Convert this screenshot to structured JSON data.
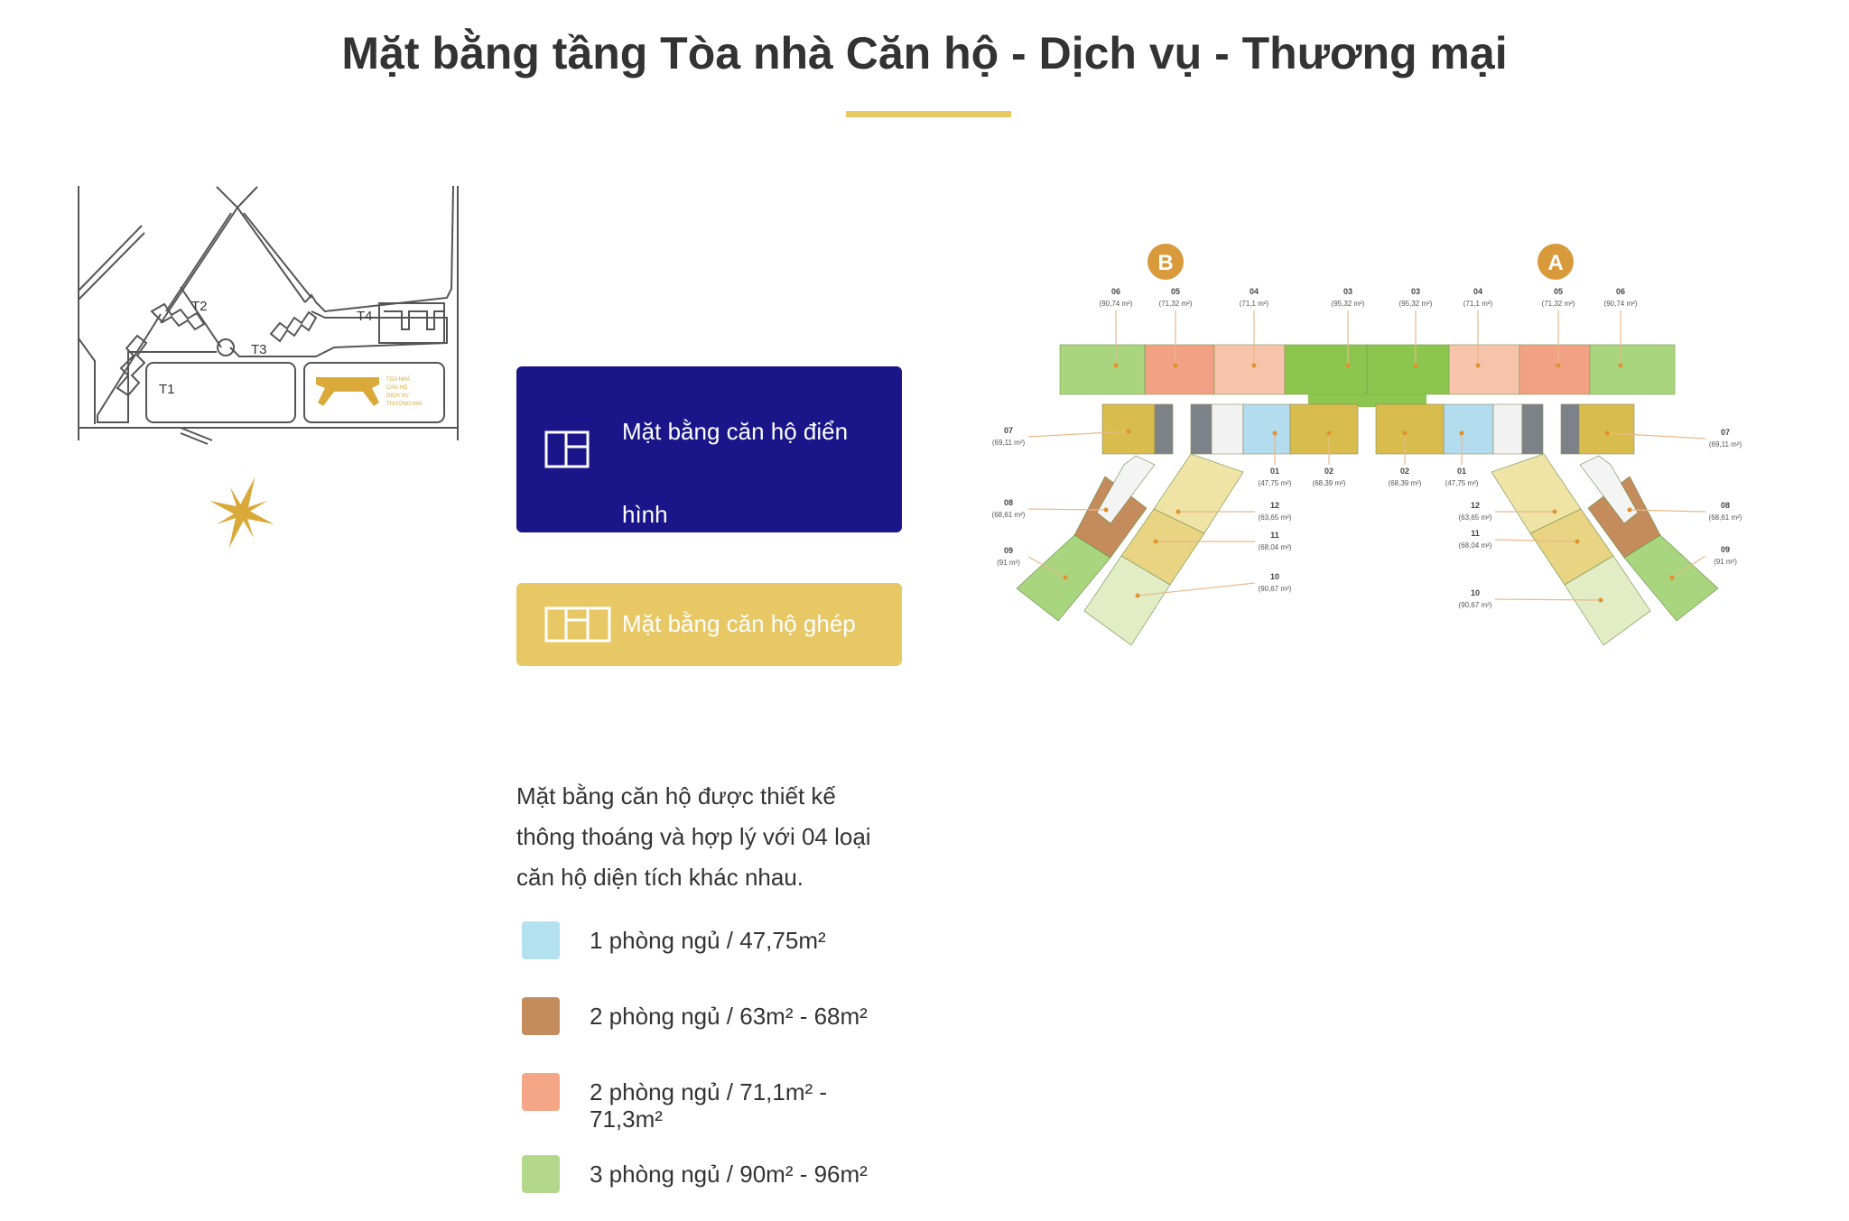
{
  "page": {
    "title": "Mặt bằng tầng Tòa nhà Căn hộ - Dịch vụ - Thương mại",
    "accent_color": "#e8c865"
  },
  "site_map": {
    "towers": [
      "T1",
      "T2",
      "T3",
      "T4"
    ],
    "highlight_label": [
      "TÒA NHÀ",
      "CĂN HỘ",
      "DỊCH VỤ",
      "THƯƠNG MẠI"
    ],
    "highlight_color": "#d9a93a",
    "compass_icon": "compass-rose-icon"
  },
  "buttons": {
    "typical": {
      "label": "Mặt bằng căn hộ điển hình",
      "icon": "floorplan-two-room-icon",
      "color": "#1a168a"
    },
    "combined": {
      "label": "Mặt bằng căn hộ ghép",
      "icon": "floorplan-three-room-icon",
      "color": "#e8c865"
    }
  },
  "description": "Mặt bằng căn hộ được thiết kế thông thoáng và hợp lý với 04 loại căn hộ diện tích khác nhau.",
  "legend": [
    {
      "label": "1 phòng ngủ / 47,75m²",
      "color": "#b3e1f0"
    },
    {
      "label": "2 phòng ngủ / 63m² - 68m²",
      "color": "#c48c5c"
    },
    {
      "label": "2 phòng ngủ / 71,1m² - 71,3m²",
      "color": "#f5a687"
    },
    {
      "label": "3 phòng ngủ / 90m² - 96m²",
      "color": "#b4d88b"
    }
  ],
  "floor_plan": {
    "wings": [
      "B",
      "A"
    ],
    "units_top_b": [
      {
        "num": "06",
        "area": "(90,74 m²)"
      },
      {
        "num": "05",
        "area": "(71,32 m²)"
      },
      {
        "num": "04",
        "area": "(71,1 m²)"
      },
      {
        "num": "03",
        "area": "(95,32 m²)"
      }
    ],
    "units_top_a": [
      {
        "num": "03",
        "area": "(95,32 m²)"
      },
      {
        "num": "04",
        "area": "(71,1 m²)"
      },
      {
        "num": "05",
        "area": "(71,32 m²)"
      },
      {
        "num": "06",
        "area": "(90,74 m²)"
      }
    ],
    "units_mid_b": [
      {
        "num": "01",
        "area": "(47,75 m²)"
      },
      {
        "num": "02",
        "area": "(68,39 m²)"
      }
    ],
    "units_mid_a": [
      {
        "num": "02",
        "area": "(68,39 m²)"
      },
      {
        "num": "01",
        "area": "(47,75 m²)"
      }
    ],
    "units_side_b": [
      {
        "num": "07",
        "area": "(69,11 m²)"
      },
      {
        "num": "08",
        "area": "(68,61 m²)"
      },
      {
        "num": "09",
        "area": "(91 m²)"
      },
      {
        "num": "12",
        "area": "(63,65 m²)"
      },
      {
        "num": "11",
        "area": "(68,04 m²)"
      },
      {
        "num": "10",
        "area": "(90,67 m²)"
      }
    ],
    "units_side_a": [
      {
        "num": "07",
        "area": "(69,11 m²)"
      },
      {
        "num": "08",
        "area": "(68,61 m²)"
      },
      {
        "num": "09",
        "area": "(91 m²)"
      },
      {
        "num": "12",
        "area": "(63,65 m²)"
      },
      {
        "num": "11",
        "area": "(68,04 m²)"
      },
      {
        "num": "10",
        "area": "(90,67 m²)"
      }
    ],
    "colors": {
      "green": "#a9d57f",
      "bright_green": "#8cc64f",
      "salmon": "#f3a184",
      "light_salmon": "#f7c3ab",
      "olive": "#d8bd4e",
      "blue": "#b3dcee",
      "gray": "#7d8288",
      "brown": "#c48c5c",
      "light_yellow": "#f0e3a6",
      "yellow": "#e8d483",
      "pale_green": "#e2edc6",
      "marker": "#e0922e"
    }
  }
}
